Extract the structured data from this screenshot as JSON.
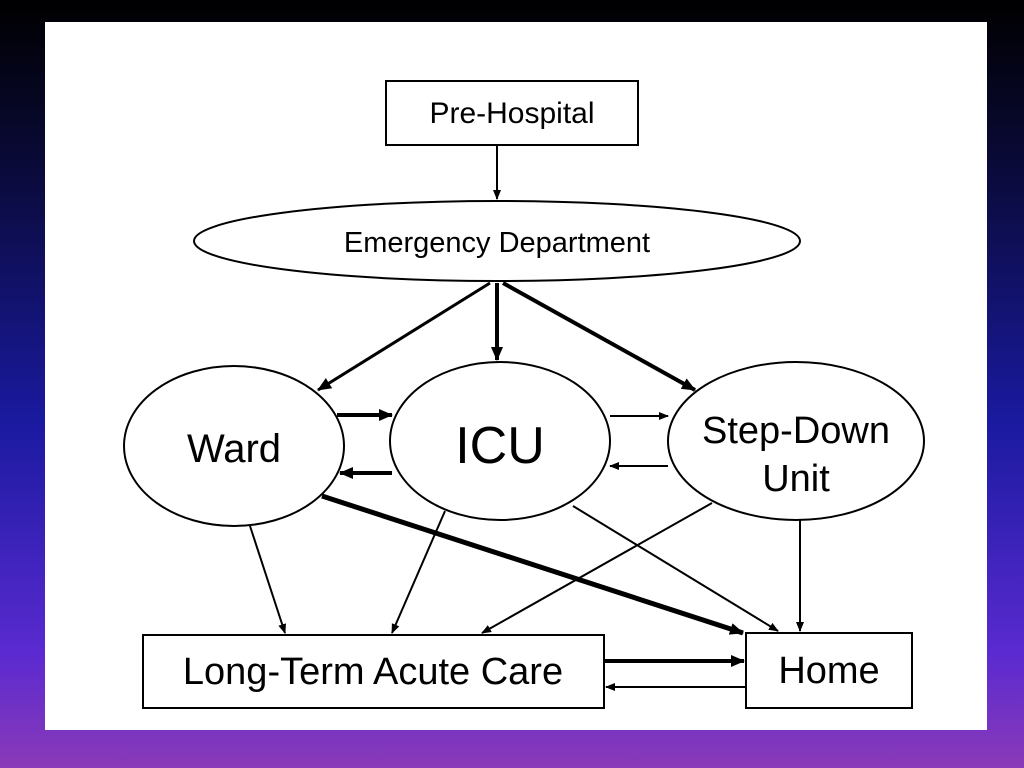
{
  "diagram": {
    "nodes": {
      "pre_hospital": "Pre-Hospital",
      "emergency_department": "Emergency Department",
      "ward": "Ward",
      "icu": "ICU",
      "step_down_line1": "Step-Down",
      "step_down_line2": "Unit",
      "ltac": "Long-Term Acute Care",
      "home": "Home"
    },
    "edges": [
      {
        "from": "Pre-Hospital",
        "to": "Emergency Department"
      },
      {
        "from": "Emergency Department",
        "to": "Ward"
      },
      {
        "from": "Emergency Department",
        "to": "ICU"
      },
      {
        "from": "Emergency Department",
        "to": "Step-Down Unit"
      },
      {
        "from": "Ward",
        "to": "ICU"
      },
      {
        "from": "ICU",
        "to": "Ward"
      },
      {
        "from": "ICU",
        "to": "Step-Down Unit"
      },
      {
        "from": "Step-Down Unit",
        "to": "ICU"
      },
      {
        "from": "Ward",
        "to": "Long-Term Acute Care"
      },
      {
        "from": "Ward",
        "to": "Home"
      },
      {
        "from": "ICU",
        "to": "Long-Term Acute Care"
      },
      {
        "from": "ICU",
        "to": "Home"
      },
      {
        "from": "Step-Down Unit",
        "to": "Long-Term Acute Care"
      },
      {
        "from": "Step-Down Unit",
        "to": "Home"
      },
      {
        "from": "Long-Term Acute Care",
        "to": "Home"
      },
      {
        "from": "Home",
        "to": "Long-Term Acute Care"
      }
    ]
  },
  "colors": {
    "background_top": "#000000",
    "background_mid": "#1a1aa0",
    "background_bottom": "#8a3ab8",
    "panel": "#ffffff",
    "ink": "#000000"
  }
}
